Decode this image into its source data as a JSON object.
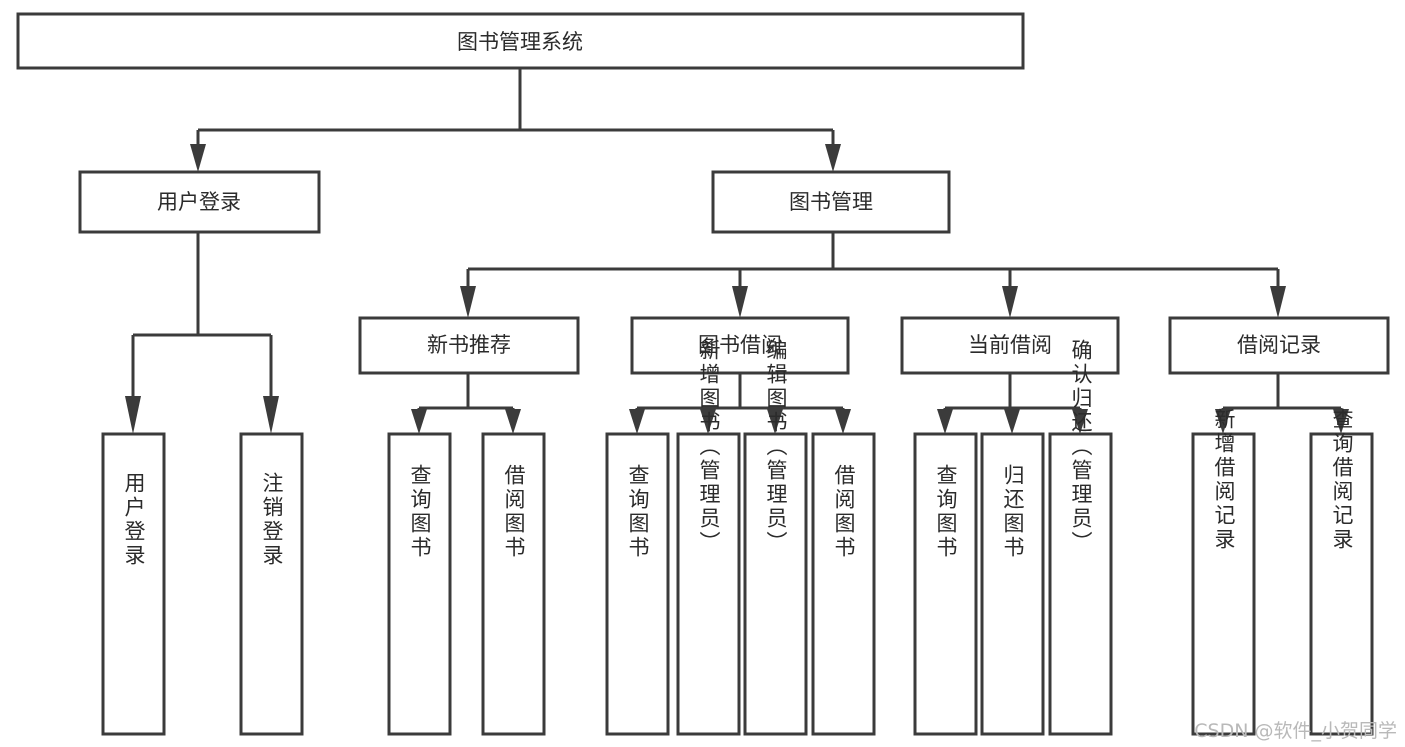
{
  "diagram": {
    "type": "tree-hierarchy",
    "title": "图书管理系统",
    "root": {
      "label": "图书管理系统",
      "level": 1
    },
    "level2": [
      {
        "label": "用户登录"
      },
      {
        "label": "图书管理"
      }
    ],
    "level3": [
      {
        "label": "新书推荐"
      },
      {
        "label": "图书借阅"
      },
      {
        "label": "当前借阅"
      },
      {
        "label": "借阅记录"
      }
    ],
    "leaves": {
      "user_login": [
        {
          "label": "用户登录"
        },
        {
          "label": "注销登录"
        }
      ],
      "new_book_recommend": [
        {
          "label": "查询图书"
        },
        {
          "label": "借阅图书"
        }
      ],
      "book_borrow": [
        {
          "label": "查询图书"
        },
        {
          "label": "新增图书（管理员）"
        },
        {
          "label": "编辑图书（管理员）"
        },
        {
          "label": "借阅图书"
        }
      ],
      "current_borrow": [
        {
          "label": "查询图书"
        },
        {
          "label": "归还图书"
        },
        {
          "label": "确认归还（管理员）"
        }
      ],
      "borrow_record": [
        {
          "label": "新增借阅记录"
        },
        {
          "label": "查询借阅记录"
        }
      ]
    },
    "watermark": "CSDN @软件_小贺同学",
    "colors": {
      "stroke": "#3b3b3b",
      "fill": "#ffffff",
      "text": "#2b2b2b",
      "watermark": "#b9b9b9",
      "background": "#ffffff"
    }
  }
}
